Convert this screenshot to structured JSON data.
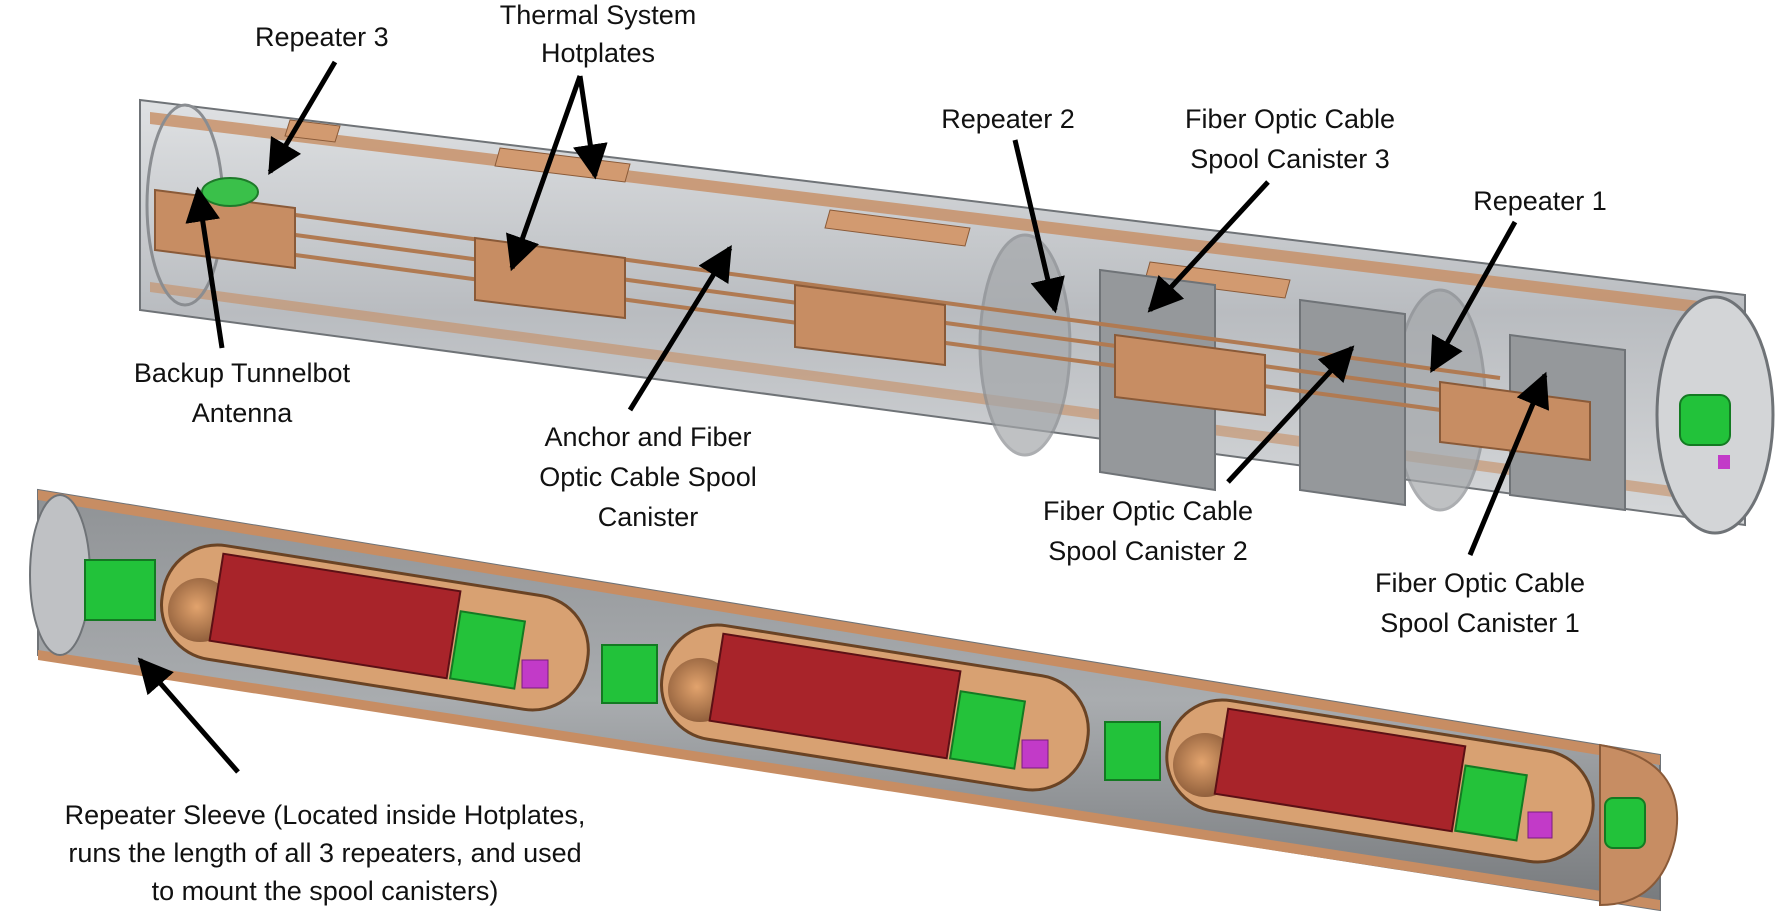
{
  "colors": {
    "glass": "#c9ccd0",
    "glass_edge": "#6f7377",
    "copper": "#c78d63",
    "copper_dark": "#8a5a38",
    "repeater_red": "#a8242a",
    "board_green": "#24c23a",
    "chip_magenta": "#c23ac8",
    "canister_gray": "#8f9295",
    "inner_dark": "#55585b",
    "arrow": "#000000",
    "text": "#111111"
  },
  "labels": {
    "repeater3": "Repeater 3",
    "thermal_line1": "Thermal System",
    "thermal_line2": "Hotplates",
    "repeater2": "Repeater 2",
    "canister3_line1": "Fiber Optic Cable",
    "canister3_line2": "Spool Canister 3",
    "repeater1": "Repeater 1",
    "antenna_line1": "Backup Tunnelbot",
    "antenna_line2": "Antenna",
    "anchor_line1": "Anchor and Fiber",
    "anchor_line2": "Optic Cable Spool",
    "anchor_line3": "Canister",
    "canister2_line1": "Fiber Optic Cable",
    "canister2_line2": "Spool Canister 2",
    "canister1_line1": "Fiber Optic Cable",
    "canister1_line2": "Spool Canister 1",
    "sleeve_line1": "Repeater Sleeve (Located inside Hotplates,",
    "sleeve_line2": "runs the length of all 3 repeaters, and used",
    "sleeve_line3": "to mount the spool canisters)"
  }
}
